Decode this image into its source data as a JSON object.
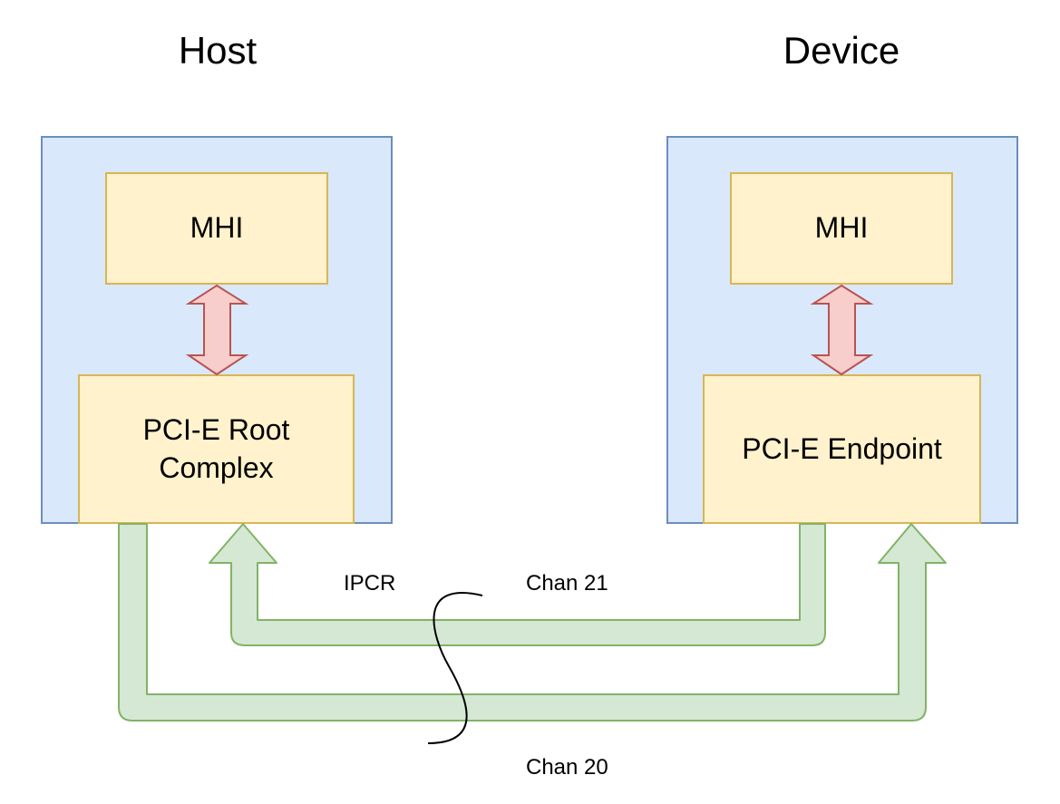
{
  "host": {
    "title": "Host",
    "mhi_label": "MHI",
    "pcie_label_line1": "PCI-E Root",
    "pcie_label_line2": "Complex"
  },
  "device": {
    "title": "Device",
    "mhi_label": "MHI",
    "pcie_label": "PCI-E Endpoint"
  },
  "channels": {
    "ipcr_label": "IPCR",
    "chan21_label": "Chan 21",
    "chan20_label": "Chan 20"
  },
  "colors": {
    "container_fill": "#dae8fc",
    "container_stroke": "#6c8ebf",
    "box_fill": "#fff2cc",
    "box_stroke": "#d6b656",
    "arrow_red_fill": "#f8cecc",
    "arrow_red_stroke": "#b85450",
    "arrow_green_fill": "#d5e8d4",
    "arrow_green_stroke": "#82b366"
  }
}
